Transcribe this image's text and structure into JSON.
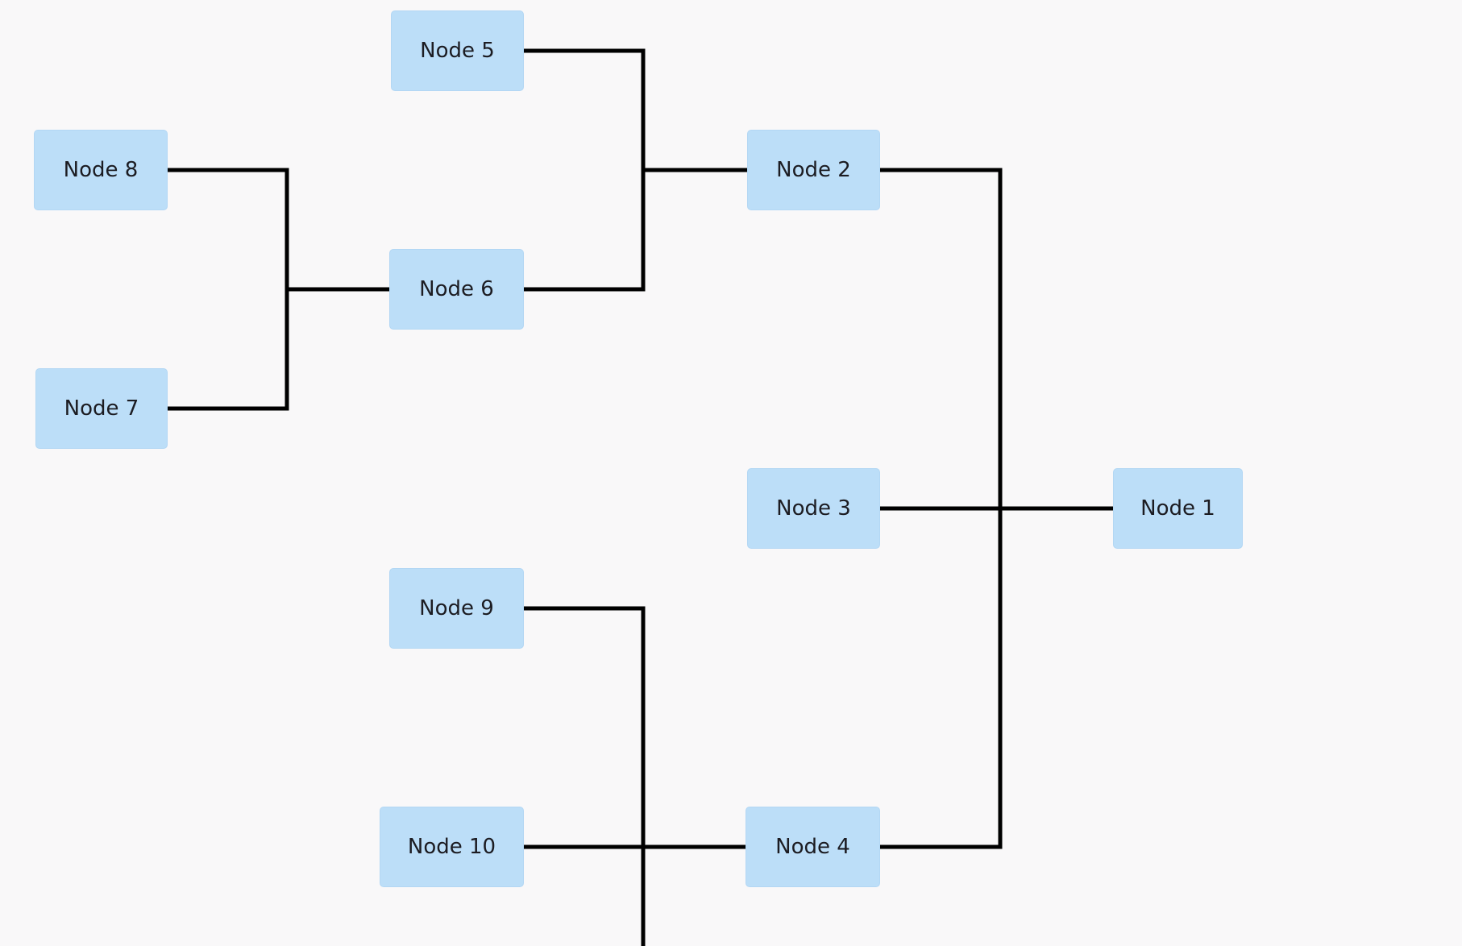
{
  "diagram": {
    "nodes": [
      {
        "id": "n1",
        "label": "Node 1"
      },
      {
        "id": "n2",
        "label": "Node 2"
      },
      {
        "id": "n3",
        "label": "Node 3"
      },
      {
        "id": "n4",
        "label": "Node 4"
      },
      {
        "id": "n5",
        "label": "Node 5"
      },
      {
        "id": "n6",
        "label": "Node 6"
      },
      {
        "id": "n7",
        "label": "Node 7"
      },
      {
        "id": "n8",
        "label": "Node 8"
      },
      {
        "id": "n9",
        "label": "Node 9"
      },
      {
        "id": "n10",
        "label": "Node 10"
      }
    ],
    "edges": [
      {
        "from": "n2",
        "to": "n1"
      },
      {
        "from": "n3",
        "to": "n1"
      },
      {
        "from": "n4",
        "to": "n1"
      },
      {
        "from": "n5",
        "to": "n2"
      },
      {
        "from": "n6",
        "to": "n2"
      },
      {
        "from": "n8",
        "to": "n6"
      },
      {
        "from": "n7",
        "to": "n6"
      },
      {
        "from": "n9",
        "to": "n4"
      },
      {
        "from": "n10",
        "to": "n4"
      }
    ],
    "colors": {
      "background": "#f9f8f9",
      "node_fill": "#bcdef8",
      "edge": "#000000",
      "text": "#1c1c22"
    }
  }
}
